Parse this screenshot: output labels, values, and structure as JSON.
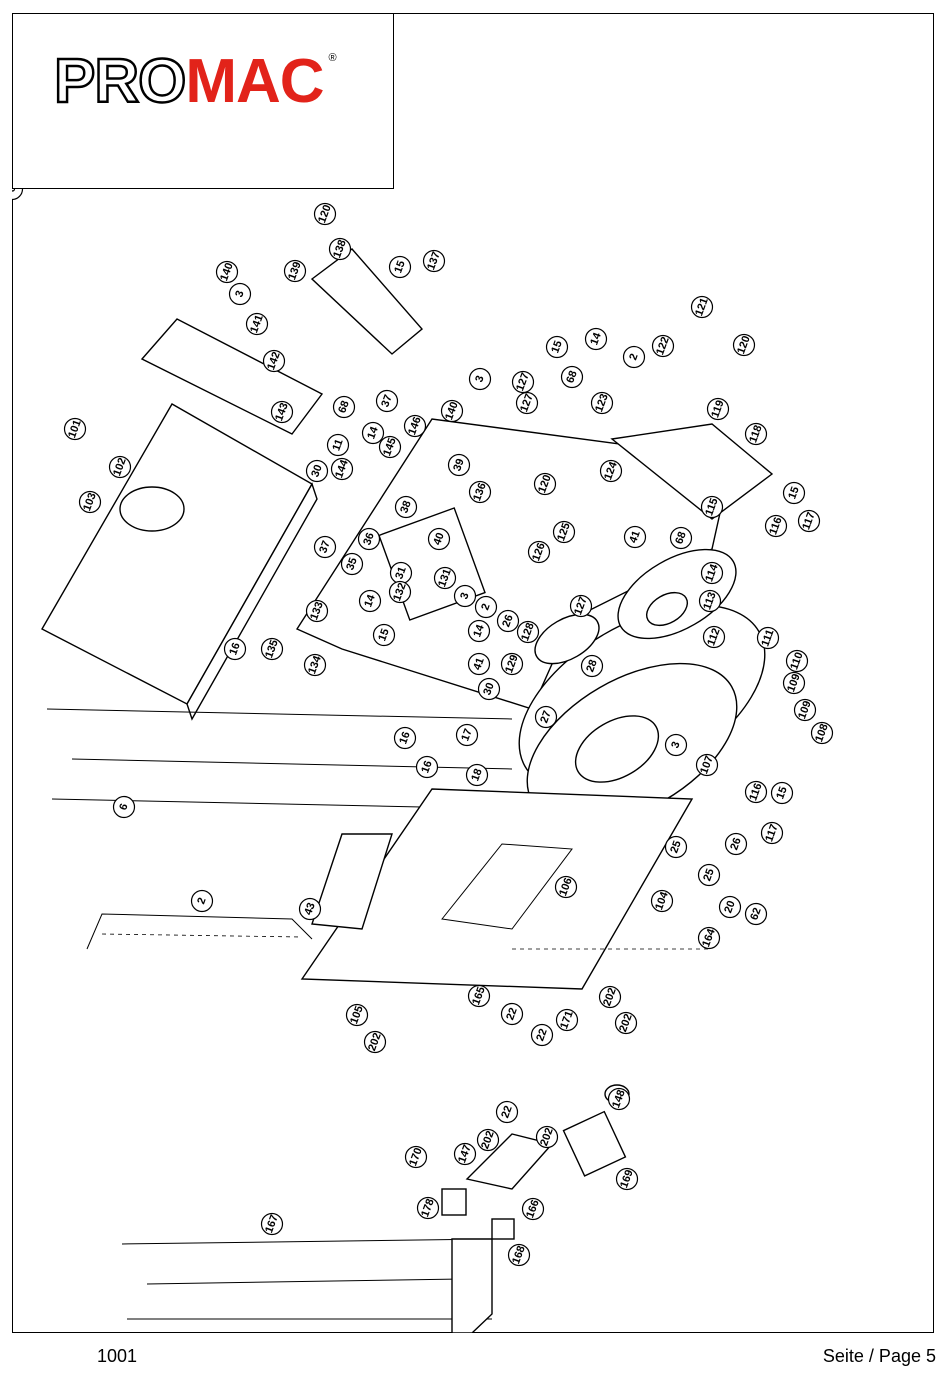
{
  "header": {
    "logo_text_pro": "PRO",
    "logo_text_mac": "MAC",
    "logo_registered": "®"
  },
  "footer": {
    "page_code": "1001",
    "page_label": "Seite / Page 5"
  },
  "colors": {
    "brand_red": "#e2231a",
    "line": "#000000",
    "background": "#ffffff"
  },
  "callouts": [
    "120",
    "138",
    "139",
    "140",
    "3",
    "141",
    "15",
    "137",
    "142",
    "101",
    "102",
    "103",
    "143",
    "68",
    "11",
    "14",
    "37",
    "146",
    "140",
    "3",
    "127",
    "127",
    "68",
    "15",
    "14",
    "2",
    "122",
    "121",
    "120",
    "123",
    "119",
    "118",
    "145",
    "144",
    "30",
    "39",
    "136",
    "120",
    "115",
    "15",
    "124",
    "116",
    "117",
    "37",
    "36",
    "38",
    "40",
    "126",
    "125",
    "41",
    "68",
    "114",
    "35",
    "31",
    "131",
    "3",
    "132",
    "2",
    "127",
    "113",
    "133",
    "14",
    "15",
    "14",
    "26",
    "128",
    "112",
    "111",
    "16",
    "135",
    "134",
    "129",
    "28",
    "41",
    "30",
    "110",
    "109",
    "109",
    "108",
    "27",
    "107",
    "3",
    "16",
    "17",
    "16",
    "18",
    "6",
    "116",
    "15",
    "117",
    "26",
    "25",
    "25",
    "106",
    "20",
    "62",
    "2",
    "43",
    "104",
    "164",
    "165",
    "105",
    "202",
    "22",
    "22",
    "171",
    "202",
    "202",
    "22",
    "148",
    "170",
    "147",
    "202",
    "202",
    "169",
    "178",
    "166",
    "168",
    "167",
    "6"
  ]
}
